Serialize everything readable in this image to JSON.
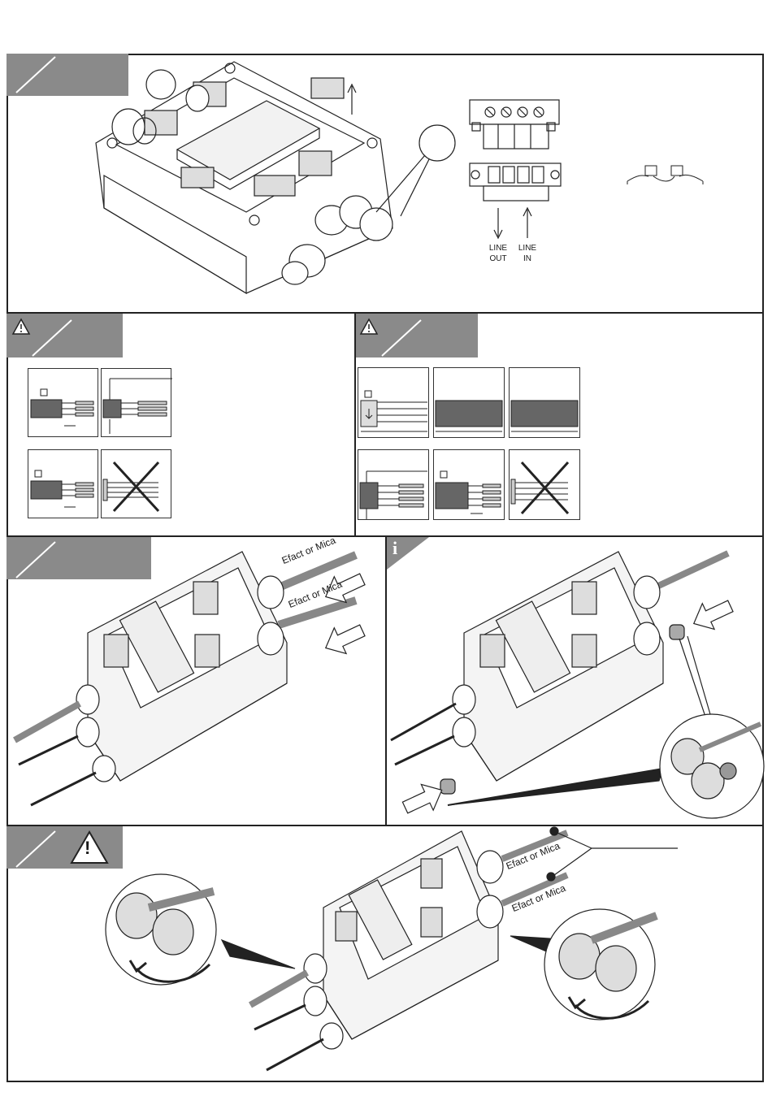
{
  "step1": {
    "connector": {
      "line_out": [
        "LINE",
        "OUT"
      ],
      "line_in": [
        "LINE",
        "IN"
      ]
    }
  },
  "step4": {
    "cable_label_top": "Efact or Mica",
    "cable_label_bottom": "Efact or Mica"
  },
  "step5": {
    "info_glyph": "i"
  },
  "step6": {
    "cable_label_top": "Efact or Mica",
    "cable_label_bottom": "Efact or Mica",
    "warning_glyph": "!"
  },
  "icons": {
    "warning": "warning-icon",
    "info": "info-icon",
    "arrow": "arrow-icon",
    "rotate": "rotate-arrow-icon"
  },
  "colors": {
    "tab_gray": "#8a8a8a",
    "cable_dark": "#666666",
    "line": "#222222"
  }
}
